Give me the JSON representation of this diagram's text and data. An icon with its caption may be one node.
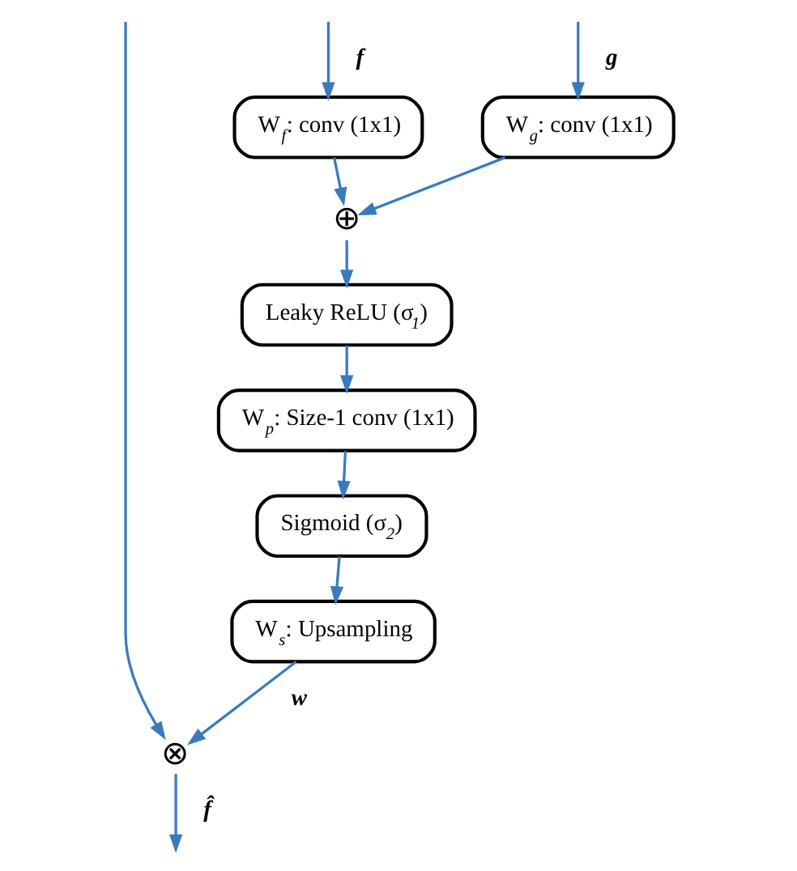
{
  "diagram": {
    "nodes": [
      {
        "text": [
          "W$_{g}$: conv (1x1)"
        ]
      },
      {
        "text": [
          "W$_{f}$: conv (1x1)"
        ]
      },
      {
        "text": [
          "⊕"
        ]
      },
      {
        "text": [
          "Leaky ReLU (σ$_{1}$)"
        ]
      },
      {
        "text": [
          "W$_{p}$: Size-1 conv (1x1)"
        ]
      },
      {
        "text": [
          "Sigmoid (σ$_{2}$)"
        ]
      },
      {
        "text": [
          "W$_{s}$: Upsampling"
        ]
      },
      {
        "text": [
          "⊗"
        ]
      }
    ],
    "edges": [
      {
        "from": null,
        "to": 0,
        "arrow": "to",
        "label": "g"
      },
      {
        "from": null,
        "to": 1,
        "arrow": "to",
        "label": "f"
      },
      {
        "from": 0,
        "to": 2,
        "arrow": "to"
      },
      {
        "from": 1,
        "to": 2,
        "arrow": "to"
      },
      {
        "from": 2,
        "to": 3,
        "arrow": "to"
      },
      {
        "from": 3,
        "to": 4,
        "arrow": "to"
      },
      {
        "from": 4,
        "to": 5,
        "arrow": "to"
      },
      {
        "from": 5,
        "to": 6,
        "arrow": "to"
      },
      {
        "from": 6,
        "to": 7,
        "arrow": "to",
        "label": "w"
      },
      {
        "from": null,
        "to": 7,
        "arrow": "to"
      },
      {
        "from": 7,
        "to": null,
        "arrow": "to",
        "label": "f̂"
      }
    ]
  }
}
